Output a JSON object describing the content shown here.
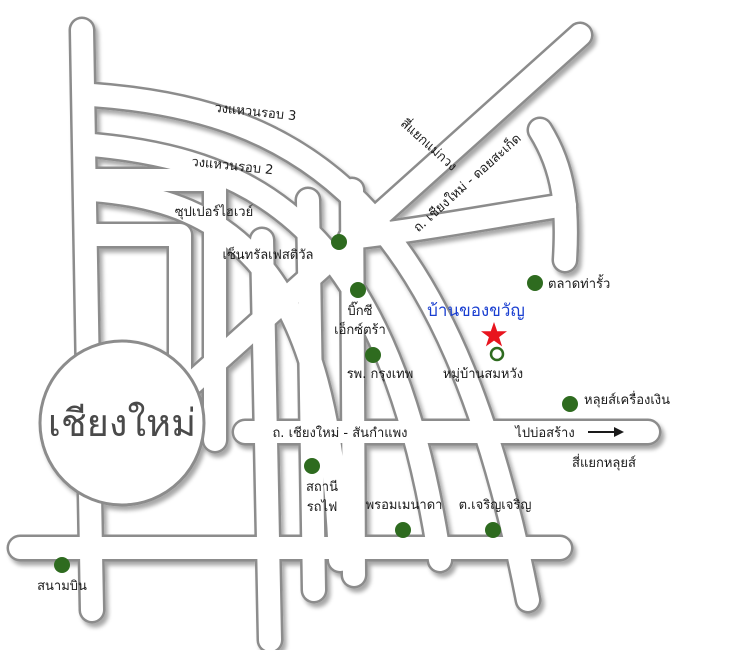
{
  "map": {
    "colors": {
      "road_fill": "#ffffff",
      "road_edge": "#8c8c8c",
      "road_shadow": "#b9b9b9",
      "landmark_dot": "#2e6b1f",
      "home_star": "#e8141e",
      "home_label": "#1a3fd1",
      "text": "#1a1a1a",
      "city_text": "#4a4a4a"
    },
    "center_label": "เชียงใหม่",
    "road_labels": {
      "ring3": "วงแหวนรอบ 3",
      "ring2": "วงแหวนรอบ 2",
      "super_highway": "ซุปเปอร์ไฮเวย์",
      "intersection_maekhao": "สี่แยกแม่กวง",
      "doi_saket_road": "ถ. เชียงใหม่ - ดอยสะเก็ด",
      "sankamphaeng_road": "ถ. เชียงใหม่ - สันกำแพง",
      "to_bosang": "ไปบ่อสร้าง",
      "intersection_luisai": "สี่แยกหลุยส์"
    },
    "destination": {
      "label": "บ้านของขวัญ",
      "icon": "star-icon"
    },
    "village": {
      "label": "หมู่บ้านสมหวัง",
      "icon": "ring-icon"
    },
    "landmarks": [
      {
        "label": "เซ็นทรัลเฟสติวัล",
        "icon": "dot-icon"
      },
      {
        "label": "บิ๊กซี",
        "icon": "dot-icon"
      },
      {
        "label": "เอ็กซ์ตร้า",
        "icon": "dot-icon"
      },
      {
        "label": "รพ. กรุงเทพ",
        "icon": "dot-icon"
      },
      {
        "label": "ตลาดท่ารั้ว",
        "icon": "dot-icon"
      },
      {
        "label": "หลุยส์เครื่องเงิน",
        "icon": "dot-icon"
      },
      {
        "label": "สถานี",
        "icon": "dot-icon"
      },
      {
        "label": "รถไฟ",
        "icon": "dot-icon"
      },
      {
        "label": "พรอมเมนาดา",
        "icon": "dot-icon"
      },
      {
        "label": "ต.เจริญเจริญ",
        "icon": "dot-icon"
      },
      {
        "label": "สนามบิน",
        "icon": "dot-icon"
      }
    ],
    "arrow_icon": "arrow-right-icon"
  }
}
